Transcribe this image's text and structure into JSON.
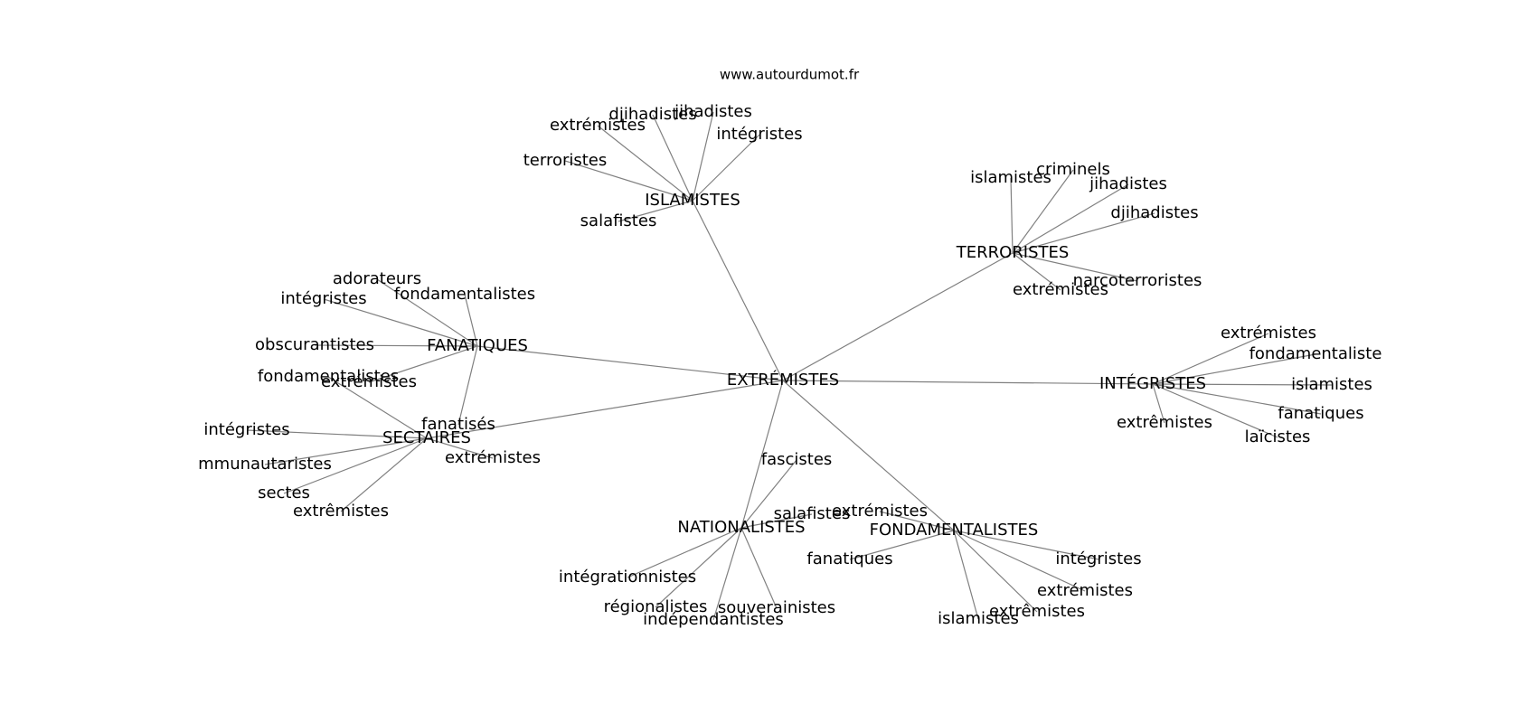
{
  "watermark": "www.autourdumot.fr",
  "center": "EXTRÉMISTES",
  "clusters": [
    {
      "id": "islamistes",
      "label": "ISLAMISTES",
      "leaves": [
        "extrémistes",
        "djihadistes",
        "jihadistes",
        "intégristes",
        "terroristes",
        "salafistes"
      ]
    },
    {
      "id": "terroristes",
      "label": "TERRORISTES",
      "leaves": [
        "islamistes",
        "criminels",
        "jihadistes",
        "djihadistes",
        "narcoterroristes",
        "extrémistes"
      ]
    },
    {
      "id": "fanatiques",
      "label": "FANATIQUES",
      "leaves": [
        "adorateurs",
        "intégristes",
        "fondamentalistes",
        "obscurantistes",
        "extrémistes",
        "fanatisés"
      ]
    },
    {
      "id": "integristes",
      "label": "INTÉGRISTES",
      "leaves": [
        "extrémistes",
        "fondamentaliste",
        "islamistes",
        "fanatiques",
        "laïcistes",
        "extrêmistes"
      ]
    },
    {
      "id": "sectaires",
      "label": "SECTAIRES",
      "leaves": [
        "fondamentalistes",
        "intégristes",
        "mmunautaristes",
        "sectes",
        "extrêmistes",
        "extrémistes"
      ]
    },
    {
      "id": "nationalistes",
      "label": "NATIONALISTES",
      "leaves": [
        "fascistes",
        "salafistes",
        "intégrationnistes",
        "régionalistes",
        "indépendantistes",
        "souverainistes"
      ]
    },
    {
      "id": "fondamentalistes",
      "label": "FONDAMENTALISTES",
      "leaves": [
        "extrémistes",
        "fanatiques",
        "intégristes",
        "extrémistes",
        "islamistes",
        "extrêmistes"
      ]
    }
  ]
}
